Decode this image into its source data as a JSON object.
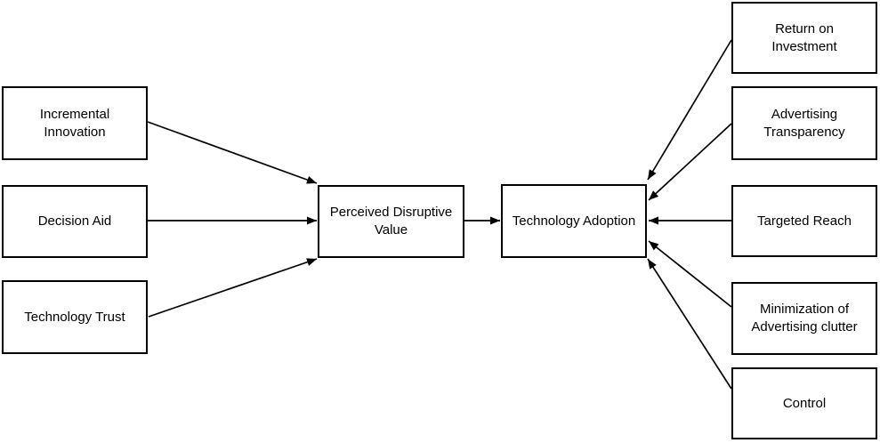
{
  "diagram": {
    "background_color": "#ffffff",
    "stroke_color": "#000000",
    "nodes": {
      "incremental_innovation": {
        "label": "Incremental\nInnovation"
      },
      "decision_aid": {
        "label": "Decision Aid"
      },
      "technology_trust": {
        "label": "Technology Trust"
      },
      "perceived_disruptive_value": {
        "label": "Perceived Disruptive\nValue"
      },
      "technology_adoption": {
        "label": "Technology Adoption"
      },
      "return_on_investment": {
        "label": "Return on\nInvestment"
      },
      "advertising_transparency": {
        "label": "Advertising\nTransparency"
      },
      "targeted_reach": {
        "label": "Targeted Reach"
      },
      "minimization_of_advertising_clutter": {
        "label": "Minimization of\nAdvertising clutter"
      },
      "control": {
        "label": "Control"
      }
    },
    "edges": [
      {
        "from": "Incremental Innovation",
        "to": "Perceived Disruptive Value"
      },
      {
        "from": "Decision Aid",
        "to": "Perceived Disruptive Value"
      },
      {
        "from": "Technology Trust",
        "to": "Perceived Disruptive Value"
      },
      {
        "from": "Perceived Disruptive Value",
        "to": "Technology Adoption"
      },
      {
        "from": "Return on Investment",
        "to": "Technology Adoption"
      },
      {
        "from": "Advertising Transparency",
        "to": "Technology Adoption"
      },
      {
        "from": "Targeted Reach",
        "to": "Technology Adoption"
      },
      {
        "from": "Minimization of Advertising clutter",
        "to": "Technology Adoption"
      },
      {
        "from": "Control",
        "to": "Technology Adoption"
      }
    ]
  }
}
